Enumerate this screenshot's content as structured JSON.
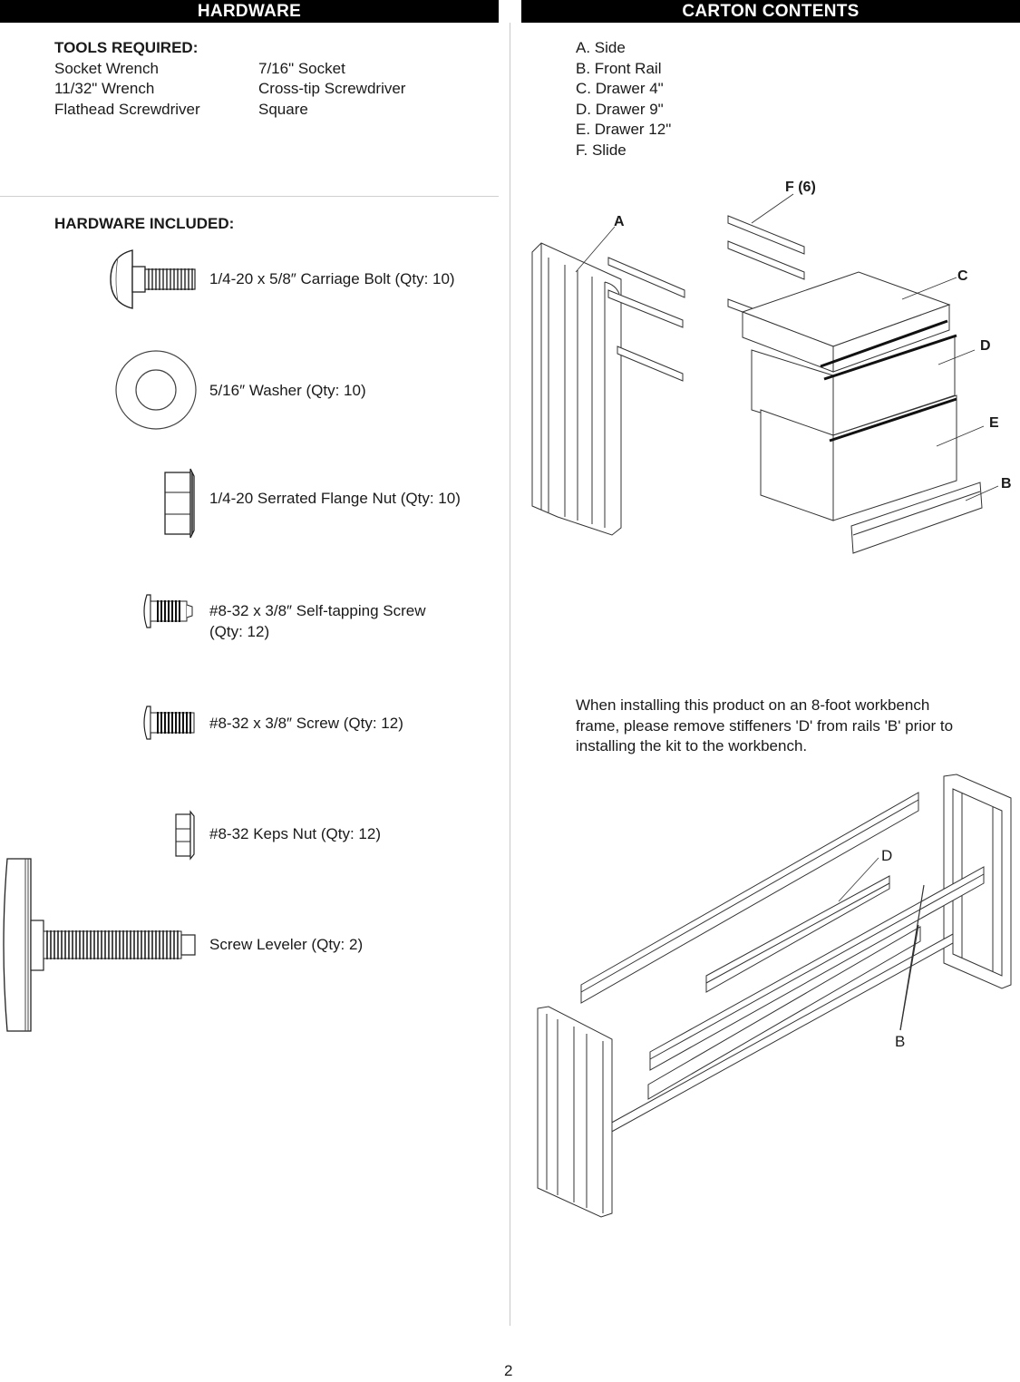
{
  "hardware_header": "HARDWARE",
  "carton_header": "CARTON CONTENTS",
  "tools": {
    "title": "TOOLS REQUIRED:",
    "col1": [
      "Socket Wrench",
      "11/32\" Wrench",
      "Flathead Screwdriver"
    ],
    "col2": [
      "7/16\" Socket",
      "Cross-tip Screwdriver",
      "Square"
    ]
  },
  "hardware_included": {
    "title": "HARDWARE INCLUDED:",
    "items": [
      {
        "label": "1/4-20 x 5/8″ Carriage Bolt (Qty: 10)",
        "icon": "carriage-bolt-icon"
      },
      {
        "label": "5/16″ Washer (Qty: 10)",
        "icon": "washer-icon"
      },
      {
        "label": "1/4-20 Serrated Flange Nut (Qty: 10)",
        "icon": "flange-nut-icon"
      },
      {
        "label": "#8-32 x 3/8″ Self-tapping Screw",
        "label2": "(Qty: 12)",
        "icon": "self-tapping-screw-icon"
      },
      {
        "label": "#8-32 x 3/8″ Screw (Qty: 12)",
        "icon": "screw-icon"
      },
      {
        "label": "#8-32 Keps Nut (Qty: 12)",
        "icon": "keps-nut-icon"
      },
      {
        "label": "Screw Leveler (Qty: 2)",
        "icon": "screw-leveler-icon"
      }
    ]
  },
  "carton": {
    "items": [
      "A. Side",
      "B. Front Rail",
      "C. Drawer 4\"",
      "D. Drawer 9\"",
      "E. Drawer 12\"",
      "F. Slide"
    ],
    "callouts": {
      "F": "F (6)",
      "A": "A",
      "C": "C",
      "D": "D",
      "E": "E",
      "B": "B"
    }
  },
  "note": {
    "lines": [
      "When installing this product on an 8-foot workbench",
      "frame, please remove stiffeners 'D' from rails 'B' prior to",
      "installing the kit to the workbench."
    ],
    "callouts": {
      "D": "D",
      "B": "B"
    }
  },
  "page_number": "2"
}
